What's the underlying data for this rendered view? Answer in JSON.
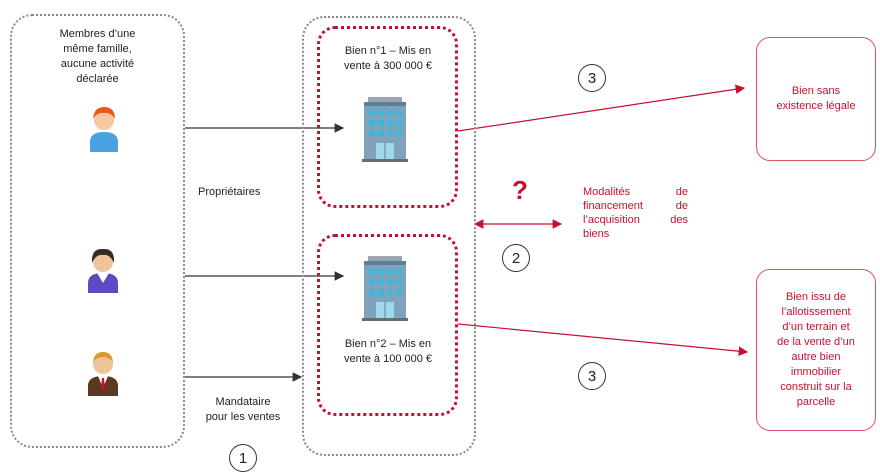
{
  "family": {
    "label_lines": [
      "Membres d’une",
      "même famille,",
      "aucune activité",
      "déclarée"
    ]
  },
  "roles": {
    "owners": "Propriétaires",
    "agent_line1": "Mandataire",
    "agent_line2": "pour les ventes"
  },
  "properties": [
    {
      "line1": "Bien n°1 – Mis en",
      "line2": "vente à 300 000 €"
    },
    {
      "line1": "Bien n°2 – Mis en",
      "line2": "vente à 100 000 €"
    }
  ],
  "outcomes": {
    "top_lines": [
      "Bien sans",
      "existence légale"
    ],
    "bottom_lines": [
      "Bien issu de",
      "l’allotissement",
      "d’un terrain et",
      "de la vente d’un",
      "autre bien",
      "immobilier",
      "construit sur la",
      "parcelle"
    ]
  },
  "financing": {
    "question_mark": "?",
    "lines": [
      "Modalités de",
      "financement de",
      "l’acquisition des",
      "biens"
    ]
  },
  "steps": {
    "step1": "1",
    "step2": "2",
    "step3_top": "3",
    "step3_bottom": "3"
  },
  "colors": {
    "accent_red": "#c8102e",
    "outline_gray": "#8a8a8a"
  },
  "icons": [
    "person-orange-hair-icon",
    "person-dark-hair-icon",
    "person-suit-icon",
    "building-icon"
  ]
}
